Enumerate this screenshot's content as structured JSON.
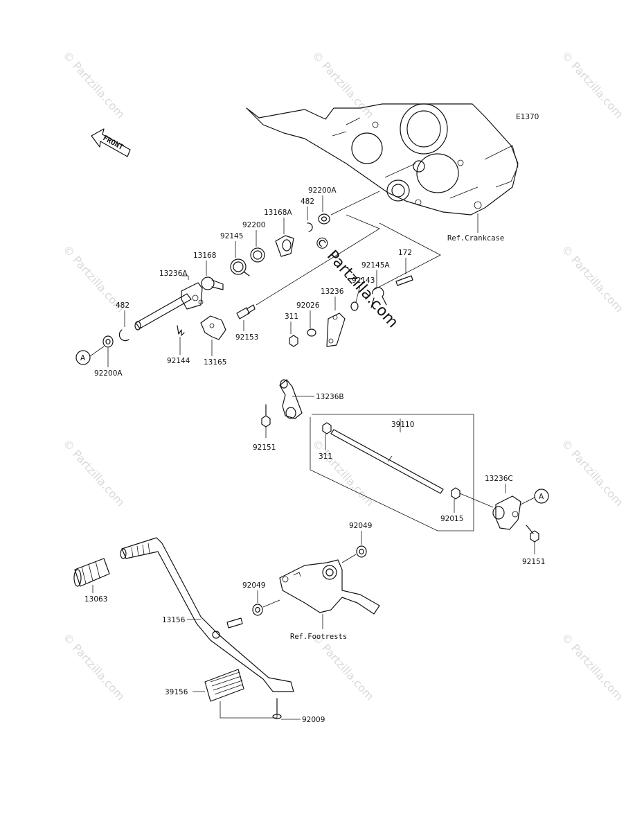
{
  "diagram": {
    "code": "E1370",
    "front_label": "FRONT",
    "ref_crankcase": "Ref.Crankcase",
    "ref_footrests": "Ref.Footrests",
    "center_watermark": "© Partzilla.com",
    "tile_watermark": "© Partzilla.com",
    "callout_letter": "A"
  },
  "labels": {
    "p92200A_top": "92200A",
    "p482_top": "482",
    "p13168A": "13168A",
    "p92200": "92200",
    "p92145": "92145",
    "p13168": "13168",
    "p13236A": "13236A",
    "p482_left": "482",
    "p92200A_left": "92200A",
    "p92144": "92144",
    "p13165": "13165",
    "p92153": "92153",
    "p311_top": "311",
    "p92026": "92026",
    "p13236": "13236",
    "p92143": "92143",
    "p92145A": "92145A",
    "p172": "172",
    "p13236B": "13236B",
    "p92151_left": "92151",
    "p311_mid": "311",
    "p39110": "39110",
    "p13236C": "13236C",
    "p92015": "92015",
    "p92151_right": "92151",
    "p92049_top": "92049",
    "p92049_mid": "92049",
    "p13063": "13063",
    "p13156": "13156",
    "p39156": "39156",
    "p92009": "92009"
  }
}
